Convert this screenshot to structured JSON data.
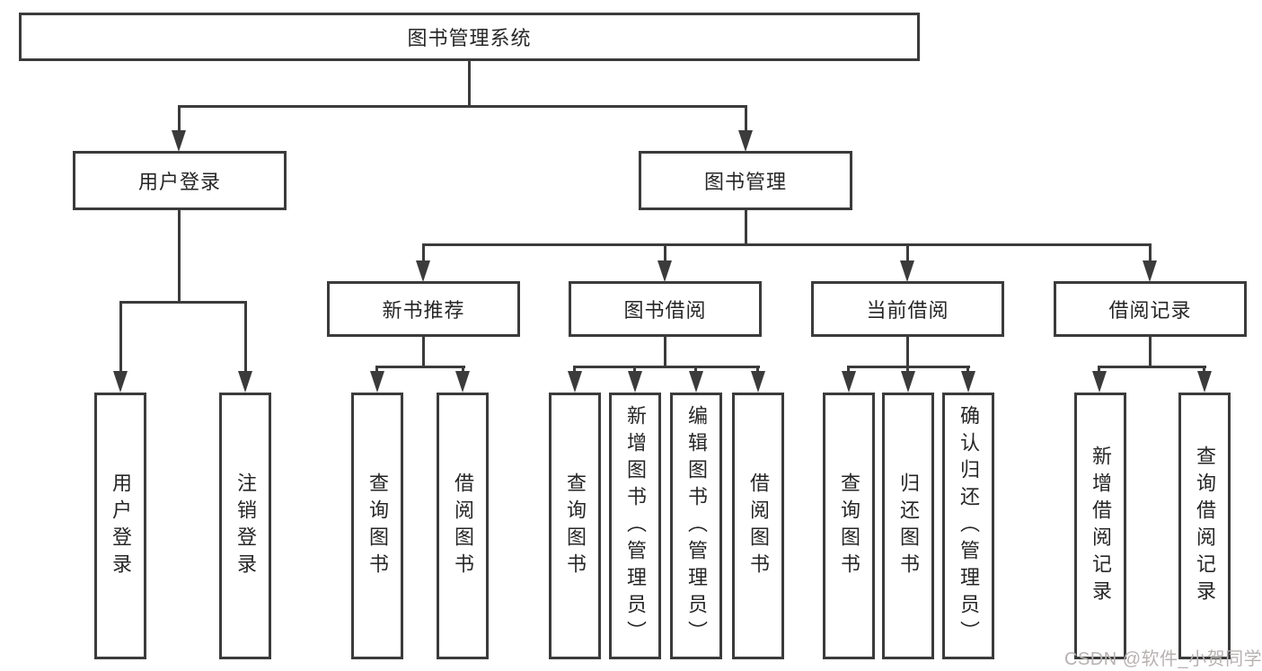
{
  "colors": {
    "line": "#3b3b3b",
    "text": "#262626",
    "watermark": "#b8b2b2",
    "page-bg": "#ffffff"
  },
  "watermark": {
    "text": "CSDN @软件_小贺同学"
  },
  "tree": {
    "root": {
      "label": "图书管理系统"
    },
    "branches": [
      {
        "label": "用户登录",
        "children": [
          {
            "label": "用户登录"
          },
          {
            "label": "注销登录"
          }
        ]
      },
      {
        "label": "图书管理",
        "groups": [
          {
            "label": "新书推荐",
            "children": [
              {
                "label": "查询图书"
              },
              {
                "label": "借阅图书"
              }
            ]
          },
          {
            "label": "图书借阅",
            "children": [
              {
                "label": "查询图书"
              },
              {
                "label": "新增图书（管理员）"
              },
              {
                "label": "编辑图书（管理员）"
              },
              {
                "label": "借阅图书"
              }
            ]
          },
          {
            "label": "当前借阅",
            "children": [
              {
                "label": "查询图书"
              },
              {
                "label": "归还图书"
              },
              {
                "label": "确认归还（管理员）"
              }
            ]
          },
          {
            "label": "借阅记录",
            "children": [
              {
                "label": "新增借阅记录"
              },
              {
                "label": "查询借阅记录"
              }
            ]
          }
        ]
      }
    ]
  }
}
